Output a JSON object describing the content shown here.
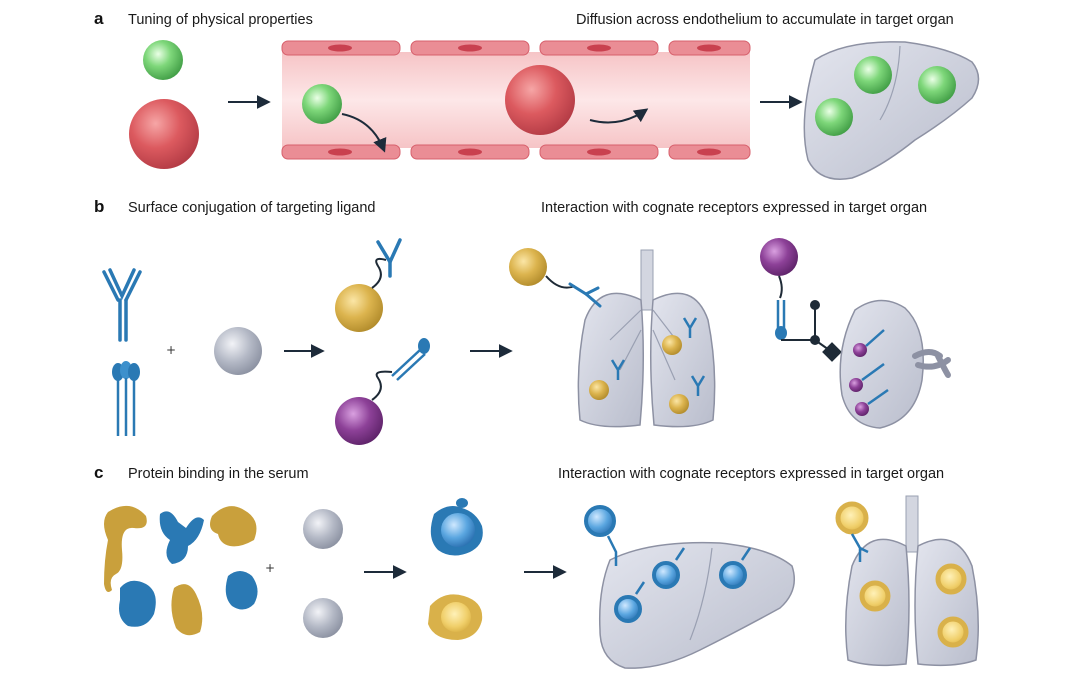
{
  "panels": {
    "a": {
      "letter": "a",
      "left_caption": "Tuning of physical properties",
      "right_caption": "Diffusion across endothelium to accumulate in target organ"
    },
    "b": {
      "letter": "b",
      "left_caption": "Surface conjugation of targeting ligand",
      "right_caption": "Interaction with cognate receptors expressed in target organ"
    },
    "c": {
      "letter": "c",
      "left_caption": "Protein binding in the serum",
      "right_caption": "Interaction with cognate receptors expressed in target organ"
    }
  },
  "symbols": {
    "plus": "+"
  },
  "colors": {
    "green_particle": "#6cc76a",
    "red_particle": "#d9555c",
    "gold_particle": "#d9b14a",
    "purple_particle": "#8a3f93",
    "grey_particle": "#aab0bd",
    "ligand_blue": "#2a79b4",
    "protein_gold": "#c9a03c",
    "organ_grey": "#c8cbd6",
    "vessel_pink": "#f1b1b4",
    "endothelial_cell": "#e77e87"
  },
  "icons": [
    "green-nanoparticle-icon",
    "red-nanoparticle-icon",
    "blood-vessel-icon",
    "endothelial-cell-icon",
    "liver-icon",
    "lungs-icon",
    "spleen-icon",
    "antibody-icon",
    "receptor-ligand-icon",
    "serum-protein-icon",
    "arrow-icon"
  ]
}
